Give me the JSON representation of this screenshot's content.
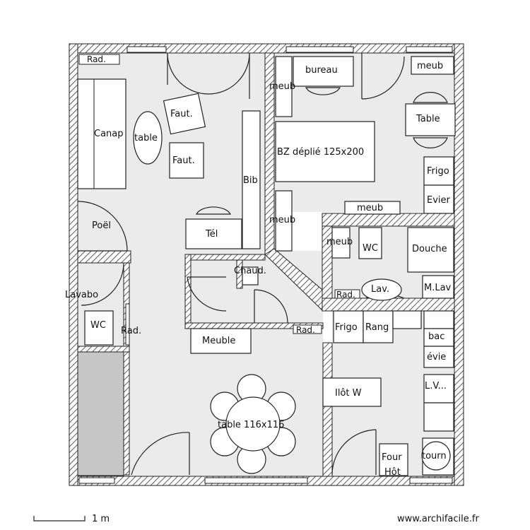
{
  "plan": {
    "labels": {
      "rad_1": "Rad.",
      "canap": "Canap",
      "table_salon": "table",
      "faut_1": "Faut.",
      "faut_2": "Faut.",
      "bib": "Bib",
      "poel": "Poël",
      "tel": "Tél",
      "bureau": "bureau",
      "meub_ch_top": "meub",
      "lit": "BZ déplié 125x200",
      "meub_ch_bottom": "meub",
      "meub_top_right": "meub",
      "table_cuisine": "Table",
      "frigo_1": "Frigo",
      "evier": "Evier",
      "meub_sdb_top": "meub",
      "meub_sdb_left": "meub",
      "wc_sdb": "WC",
      "douche": "Douche",
      "lav": "Lav.",
      "rad_sdb": "Rad.",
      "mlav": "M.Lav",
      "chaud": "Chaud.",
      "lavabo": "Lavabo",
      "wc_left": "WC",
      "rad_wc": "Rad.",
      "meuble": "Meuble",
      "rad_hall": "Rad.",
      "frigo_2": "Frigo",
      "rang": "Rang",
      "bac": "bac",
      "evie": "évie",
      "lv": "L.V...",
      "ilot": "Ilôt W",
      "table_sejour": "table 116x116",
      "four": "Four",
      "hot": "Hôt",
      "tourn": "tourn"
    },
    "scale_label": "1 m",
    "watermark": "www.archifacile.fr"
  }
}
